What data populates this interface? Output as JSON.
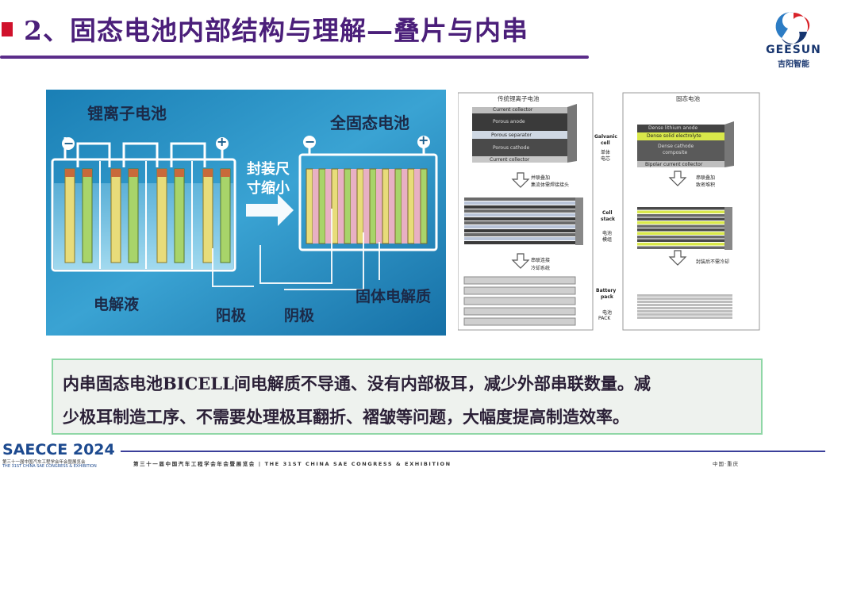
{
  "header": {
    "title": "2、固态电池内部结构与理解—叠片与内串",
    "logo_name": "GEESUN",
    "logo_sub": "吉阳智能"
  },
  "left_image": {
    "label_li_ion": "锂离子电池",
    "label_solid_state": "全固态电池",
    "label_package_line1": "封装尺",
    "label_package_line2": "寸缩小",
    "label_electrolyte": "电解液",
    "label_anode": "阳极",
    "label_cathode": "阴极",
    "label_solid_electrolyte": "固体电解质",
    "minus_sign": "−",
    "plus_sign": "+"
  },
  "right_image": {
    "col1_title": "传统锂离子电池",
    "col2_title": "固态电池",
    "layer_current_collector_top": "Current collector",
    "layer_porous_anode": "Porous anode",
    "layer_porous_separator": "Porous separator",
    "layer_porous_cathode": "Porous cathode",
    "layer_current_collector_bottom": "Current collector",
    "layer_dense_lithium_anode": "Dense lithium anode",
    "layer_dense_solid_electrolyte": "Dense solid electrolyte",
    "layer_dense_cathode_line1": "Dense cathode",
    "layer_dense_cathode_line2": "composite",
    "layer_bipolar_collector": "Bipolar current collector",
    "mid_galvanic": "Galvanic",
    "mid_cell": "cell",
    "mid_single_cell_1": "单体",
    "mid_single_cell_2": "电芯",
    "mid_cell_stack_1": "Cell",
    "mid_cell_stack_2": "stack",
    "mid_module_1": "电池",
    "mid_module_2": "模组",
    "mid_battery_pack_1": "Battery",
    "mid_battery_pack_2": "pack",
    "mid_pack_cn": "电池",
    "mid_pack_en": "PACK",
    "arrow1_left_line1": "并联叠加",
    "arrow1_left_line2": "集流体需焊接接头",
    "arrow2_left_line1": "串联连接",
    "arrow2_left_line2": "冷却系统",
    "arrow1_right_line1": "串联叠加",
    "arrow1_right_line2": "致密堆积",
    "arrow2_right": "封装后不需冷却"
  },
  "textbox": {
    "line1": "内串固态电池BICELL间电解质不导通、没有内部极耳，减少外部串联数量。减",
    "line2": "少极耳制造工序、不需要处理极耳翻折、褶皱等问题，大幅度提高制造效率。"
  },
  "footer": {
    "brand": "SAECCE 2024",
    "brand_sub1": "第三十一届中国汽车工程学会年会暨展览会",
    "brand_sub2": "THE 31ST CHINA SAE CONGRESS & EXHIBITION",
    "congress_text": "第三十一届中国汽车工程学会年会暨展览会 | THE 31ST CHINA SAE CONGRESS & EXHIBITION",
    "location": "中国·重庆"
  },
  "colors": {
    "title": "#4b1f7a",
    "bullet": "#d0112b",
    "rule": "#5b2d8a",
    "textbox_border": "#8fd7a6",
    "footer_blue": "#1d4a8f"
  }
}
